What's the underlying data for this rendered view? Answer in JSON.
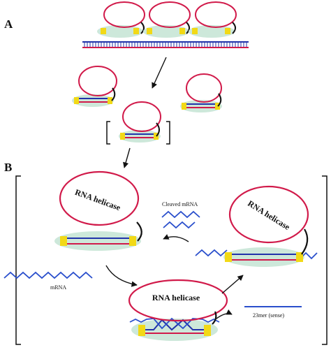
{
  "panels": {
    "a": "A",
    "b": "B"
  },
  "labels": {
    "helicase": "RNA helicase",
    "cleaved_mrna": "Cleaved mRNA",
    "mrna": "mRNA",
    "sense_23mer": "23mer (sense)"
  },
  "colors": {
    "ring": "#d11a4a",
    "dna_blue": "#2233aa",
    "dna_red": "#d11a4a",
    "complex_fill": "#cde8da",
    "yellow": "#f2d916",
    "strand_blue": "#2a4fcc",
    "black": "#111111"
  }
}
